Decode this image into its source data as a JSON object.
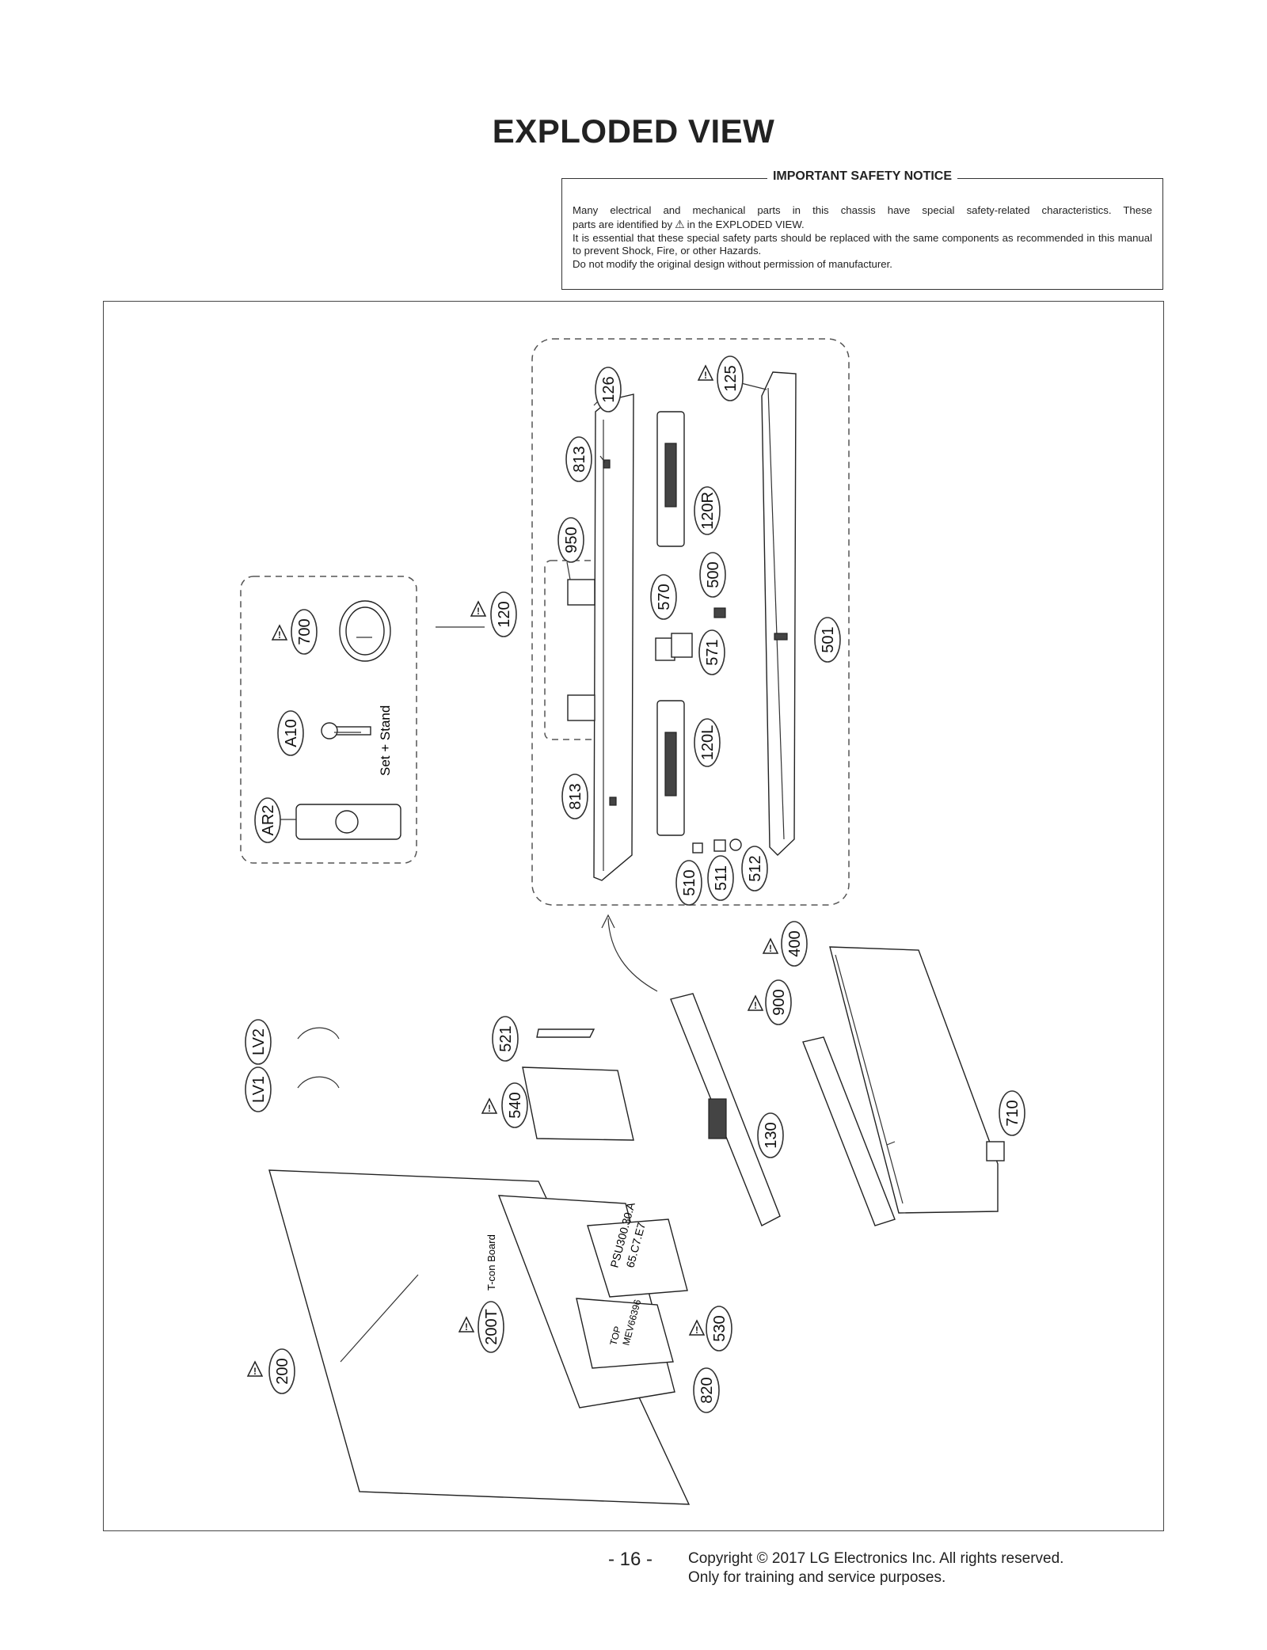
{
  "page_title": "EXPLODED VIEW",
  "notice": {
    "title": "IMPORTANT SAFETY NOTICE",
    "line1": "Many electrical and mechanical parts in this chassis have special safety-related characteristics. These",
    "line2a": "parts are identified by",
    "line2b": "in the EXPLODED VIEW.",
    "line3": "It is essential that these special safety parts should be replaced with the same components as recommended in this manual to prevent Shock, Fire, or other Hazards.",
    "line4": "Do not modify the original design without permission of manufacturer."
  },
  "callouts": {
    "c126": "126",
    "c125": "125",
    "c813a": "813",
    "c120r": "120R",
    "c950": "950",
    "c500": "500",
    "c570": "570",
    "c120": "120",
    "c571": "571",
    "c501": "501",
    "c120l": "120L",
    "c813b": "813",
    "c510": "510",
    "c511": "511",
    "c512": "512",
    "c700": "700",
    "ca10": "A10",
    "car2": "AR2",
    "c400": "400",
    "c900": "900",
    "clv2": "LV2",
    "c521": "521",
    "clv1": "LV1",
    "c540": "540",
    "c710": "710",
    "c130": "130",
    "c200t": "200T",
    "c530": "530",
    "c820": "820",
    "c200": "200"
  },
  "labels": {
    "set_stand": "Set + Stand",
    "tcon_board": "T-con Board",
    "psu_text1": "PSU300.30.A",
    "psu_text2": "65.C7.E7",
    "shield_text1": "TOP",
    "shield_text2": "MEV66396"
  },
  "footer": {
    "page_number": "- 16 -",
    "copyright": "Copyright © 2017 LG Electronics Inc. All rights reserved.",
    "purpose": "Only for training and service purposes."
  }
}
